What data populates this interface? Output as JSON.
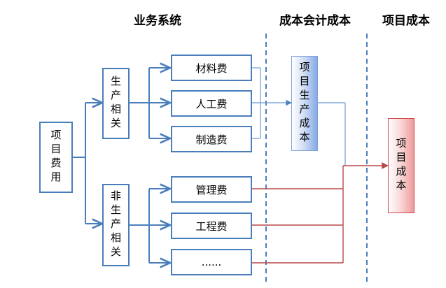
{
  "headers": {
    "business_system": "业务系统",
    "cost_accounting": "成本会计成本",
    "project_cost": "项目成本"
  },
  "nodes": {
    "project_expense": "项目费用",
    "production_related": "生产相关",
    "non_production_related": "非生产相关",
    "material_cost": "材料费",
    "labor_cost": "人工费",
    "manufacturing_cost": "制造费",
    "management_cost": "管理费",
    "engineering_cost": "工程费",
    "more": "......",
    "project_production_cost": "项目生产成本",
    "project_cost_box": "项目成本"
  },
  "colors": {
    "box_border": "#4a7ebb",
    "blue_link": "#6b9bd1",
    "red_link": "#b84848",
    "divider": "#4a7ebb"
  }
}
